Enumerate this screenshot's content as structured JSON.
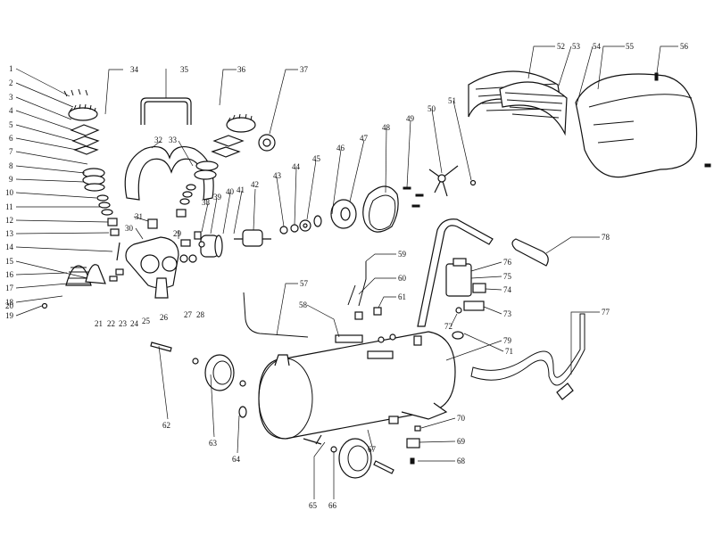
{
  "diagram": {
    "callouts": [
      {
        "id": "c1",
        "text": "1"
      },
      {
        "id": "c2",
        "text": "2"
      },
      {
        "id": "c3",
        "text": "3"
      },
      {
        "id": "c4",
        "text": "4"
      },
      {
        "id": "c5",
        "text": "5"
      },
      {
        "id": "c6",
        "text": "6"
      },
      {
        "id": "c7",
        "text": "7"
      },
      {
        "id": "c8",
        "text": "8"
      },
      {
        "id": "c9",
        "text": "9"
      },
      {
        "id": "c10",
        "text": "10"
      },
      {
        "id": "c11",
        "text": "11"
      },
      {
        "id": "c12",
        "text": "12"
      },
      {
        "id": "c13",
        "text": "13"
      },
      {
        "id": "c14",
        "text": "14"
      },
      {
        "id": "c15",
        "text": "15"
      },
      {
        "id": "c16",
        "text": "16"
      },
      {
        "id": "c17",
        "text": "17"
      },
      {
        "id": "c18",
        "text": "18"
      },
      {
        "id": "c19",
        "text": "19"
      },
      {
        "id": "c20",
        "text": "20"
      },
      {
        "id": "c21",
        "text": "21"
      },
      {
        "id": "c22",
        "text": "22"
      },
      {
        "id": "c23",
        "text": "23"
      },
      {
        "id": "c24",
        "text": "24"
      },
      {
        "id": "c25",
        "text": "25"
      },
      {
        "id": "c26",
        "text": "26"
      },
      {
        "id": "c27",
        "text": "27"
      },
      {
        "id": "c28",
        "text": "28"
      },
      {
        "id": "c29",
        "text": "29"
      },
      {
        "id": "c30",
        "text": "30"
      },
      {
        "id": "c31",
        "text": "31"
      },
      {
        "id": "c32",
        "text": "32"
      },
      {
        "id": "c33",
        "text": "33"
      },
      {
        "id": "c34",
        "text": "34"
      },
      {
        "id": "c35",
        "text": "35"
      },
      {
        "id": "c36",
        "text": "36"
      },
      {
        "id": "c37",
        "text": "37"
      },
      {
        "id": "c38",
        "text": "38"
      },
      {
        "id": "c39",
        "text": "39"
      },
      {
        "id": "c40",
        "text": "40"
      },
      {
        "id": "c41",
        "text": "41"
      },
      {
        "id": "c42",
        "text": "42"
      },
      {
        "id": "c43",
        "text": "43"
      },
      {
        "id": "c44",
        "text": "44"
      },
      {
        "id": "c45",
        "text": "45"
      },
      {
        "id": "c46",
        "text": "46"
      },
      {
        "id": "c47",
        "text": "47"
      },
      {
        "id": "c48",
        "text": "48"
      },
      {
        "id": "c49",
        "text": "49"
      },
      {
        "id": "c50",
        "text": "50"
      },
      {
        "id": "c51",
        "text": "51"
      },
      {
        "id": "c52",
        "text": "52"
      },
      {
        "id": "c53",
        "text": "53"
      },
      {
        "id": "c54",
        "text": "54"
      },
      {
        "id": "c55",
        "text": "55"
      },
      {
        "id": "c56",
        "text": "56"
      },
      {
        "id": "c57",
        "text": "57"
      },
      {
        "id": "c58",
        "text": "58"
      },
      {
        "id": "c59",
        "text": "59"
      },
      {
        "id": "c60",
        "text": "60"
      },
      {
        "id": "c61",
        "text": "61"
      },
      {
        "id": "c62",
        "text": "62"
      },
      {
        "id": "c63",
        "text": "63"
      },
      {
        "id": "c64",
        "text": "64"
      },
      {
        "id": "c65",
        "text": "65"
      },
      {
        "id": "c66",
        "text": "66"
      },
      {
        "id": "c67",
        "text": "67"
      },
      {
        "id": "c68",
        "text": "68"
      },
      {
        "id": "c69",
        "text": "69"
      },
      {
        "id": "c70",
        "text": "70"
      },
      {
        "id": "c71",
        "text": "71"
      },
      {
        "id": "c72",
        "text": "72"
      },
      {
        "id": "c73",
        "text": "73"
      },
      {
        "id": "c74",
        "text": "74"
      },
      {
        "id": "c75",
        "text": "75"
      },
      {
        "id": "c76",
        "text": "76"
      },
      {
        "id": "c77",
        "text": "77"
      },
      {
        "id": "c78",
        "text": "78"
      },
      {
        "id": "c79",
        "text": "79"
      }
    ]
  }
}
